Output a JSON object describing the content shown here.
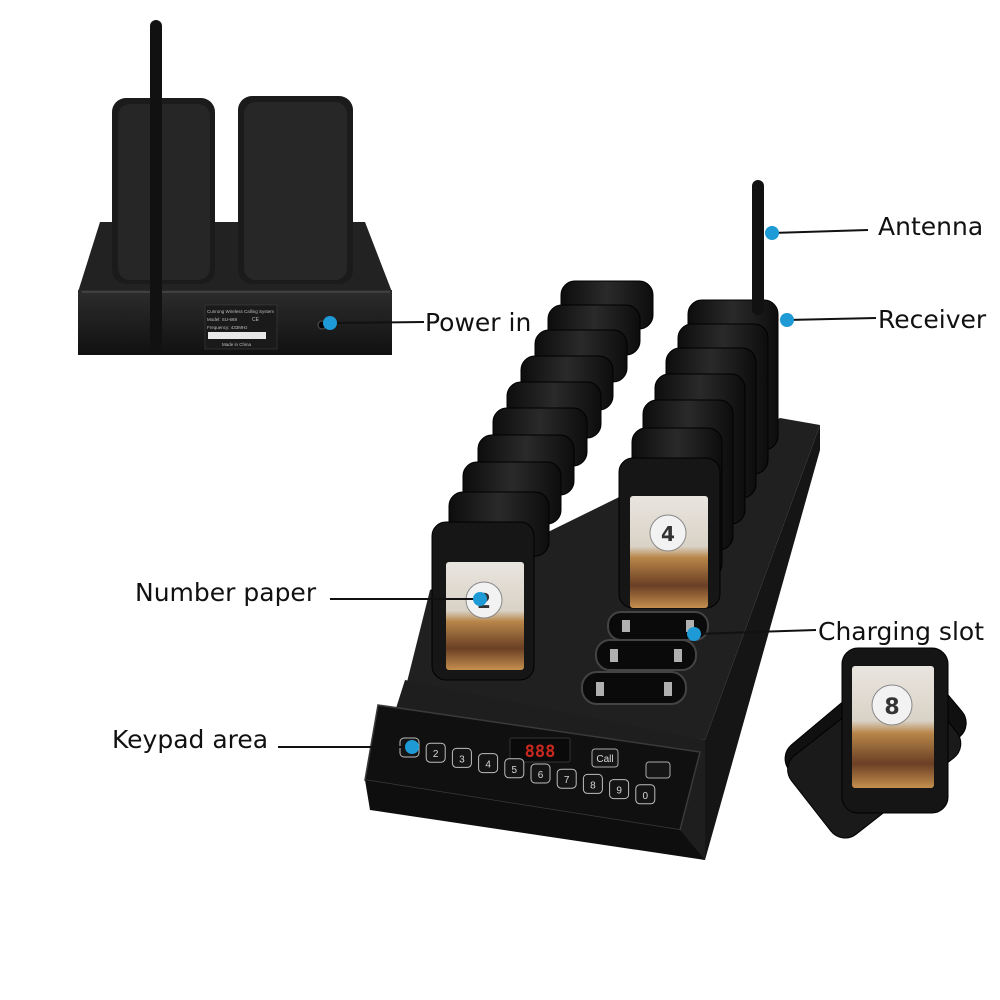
{
  "labels": {
    "antenna": "Antenna",
    "receiver": "Receiver",
    "power_in": "Power in",
    "number_paper": "Number paper",
    "charging_slot": "Charging slot",
    "keypad_area": "Keypad area"
  },
  "transmitter": {
    "display": "888",
    "call_key": "Call",
    "keys": [
      "1",
      "2",
      "3",
      "4",
      "5",
      "6",
      "7",
      "8",
      "9",
      "0"
    ]
  },
  "pagers": {
    "front_left_number": "2",
    "front_right_number": "4",
    "loose_number": "8"
  },
  "back_label": {
    "line1": "Cunrong Wireless Calling System",
    "line2": "Model: SU-668",
    "line3": "Frequency: 433MHz",
    "line4": "Made in China",
    "marks": "CE"
  },
  "colors": {
    "pointer_dot": "#1e9ad6",
    "device_body": "#1a1a1a",
    "background": "#ffffff"
  }
}
